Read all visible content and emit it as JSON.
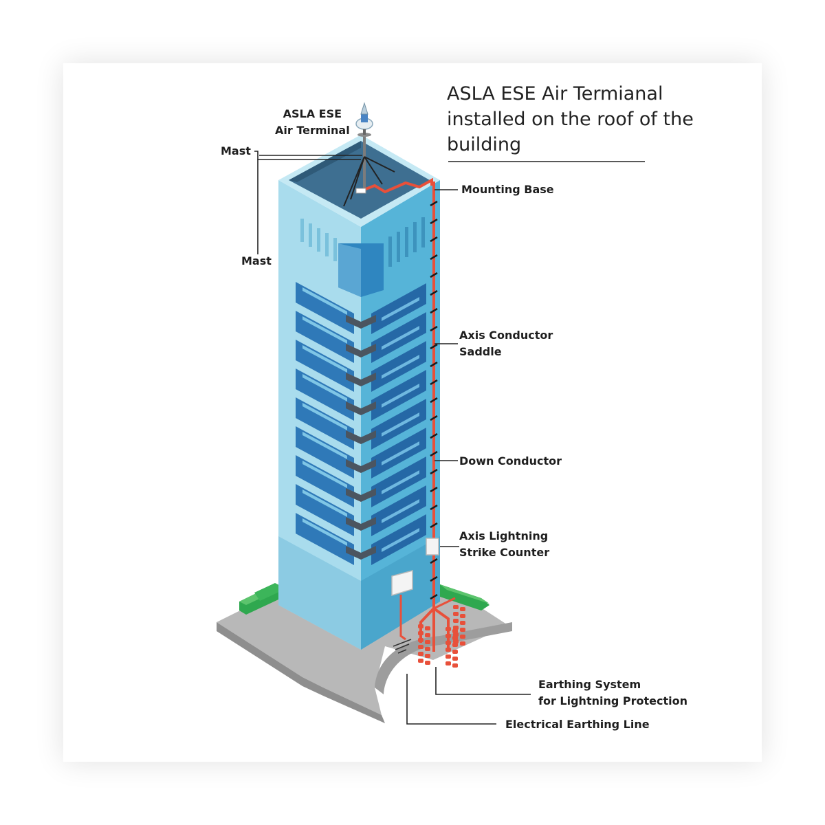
{
  "title": {
    "lines": [
      "ASLA ESE Air Termianal",
      "installed on the roof of the",
      "building"
    ]
  },
  "labels": {
    "air_terminal": [
      "ASLA ESE",
      "Air Terminal"
    ],
    "mast_top": "Mast",
    "mast_side": "Mast",
    "mounting_base": "Mounting Base",
    "conductor_saddle": [
      "Axis Conductor",
      "Saddle"
    ],
    "down_conductor": "Down Conductor",
    "strike_counter": [
      "Axis Lightning",
      "Strike Counter"
    ],
    "earthing_system": [
      "Earthing System",
      "for Lightning Protection"
    ],
    "electrical_earthing": "Electrical Earthing Line"
  },
  "colors": {
    "conductor": "#e8503a",
    "building_light": "#a9dced",
    "building_dark": "#4fb0d4",
    "window_band": "#2f79b8",
    "roof": "#3e6f91",
    "greenery": "#2fa84f",
    "ground": "#b5b5b5"
  }
}
